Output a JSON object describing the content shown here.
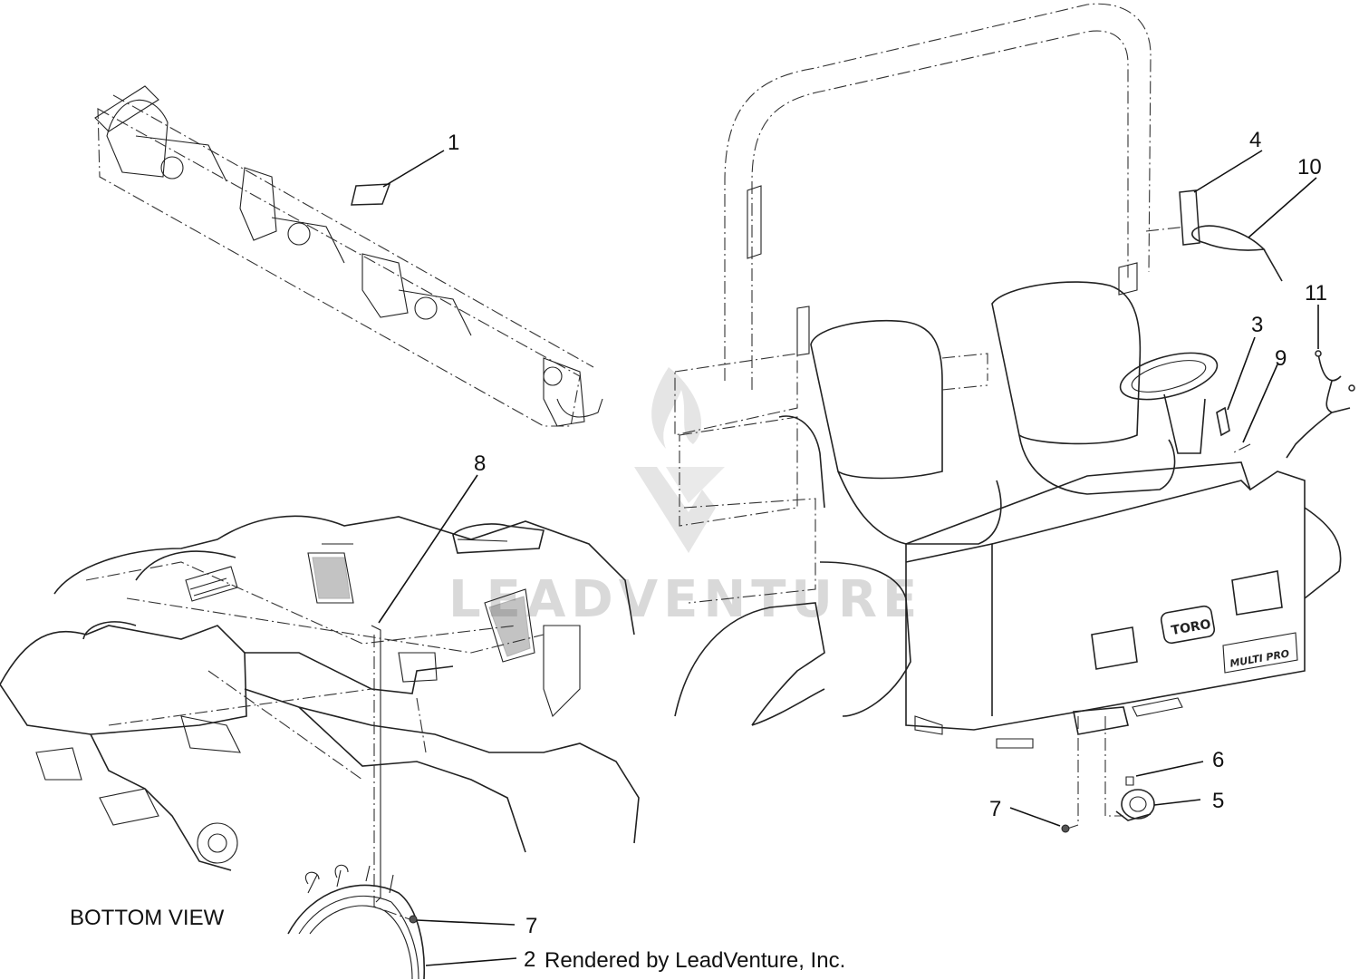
{
  "view_label": "BOTTOM VIEW",
  "credit": "Rendered by LeadVenture, Inc.",
  "watermark": "LEADVENTURE",
  "brand_badge": "TORO",
  "model_badge": "MULTI PRO",
  "callouts": [
    {
      "id": "c1",
      "text": "1"
    },
    {
      "id": "c2",
      "text": "2"
    },
    {
      "id": "c3",
      "text": "3"
    },
    {
      "id": "c4",
      "text": "4"
    },
    {
      "id": "c5",
      "text": "5"
    },
    {
      "id": "c6",
      "text": "6"
    },
    {
      "id": "c7a",
      "text": "7"
    },
    {
      "id": "c7b",
      "text": "7"
    },
    {
      "id": "c8",
      "text": "8"
    },
    {
      "id": "c9",
      "text": "9"
    },
    {
      "id": "c10",
      "text": "10"
    },
    {
      "id": "c11",
      "text": "11"
    }
  ],
  "colors": {
    "line": "#222222",
    "watermark": "#d9d9d9",
    "background": "#ffffff"
  }
}
